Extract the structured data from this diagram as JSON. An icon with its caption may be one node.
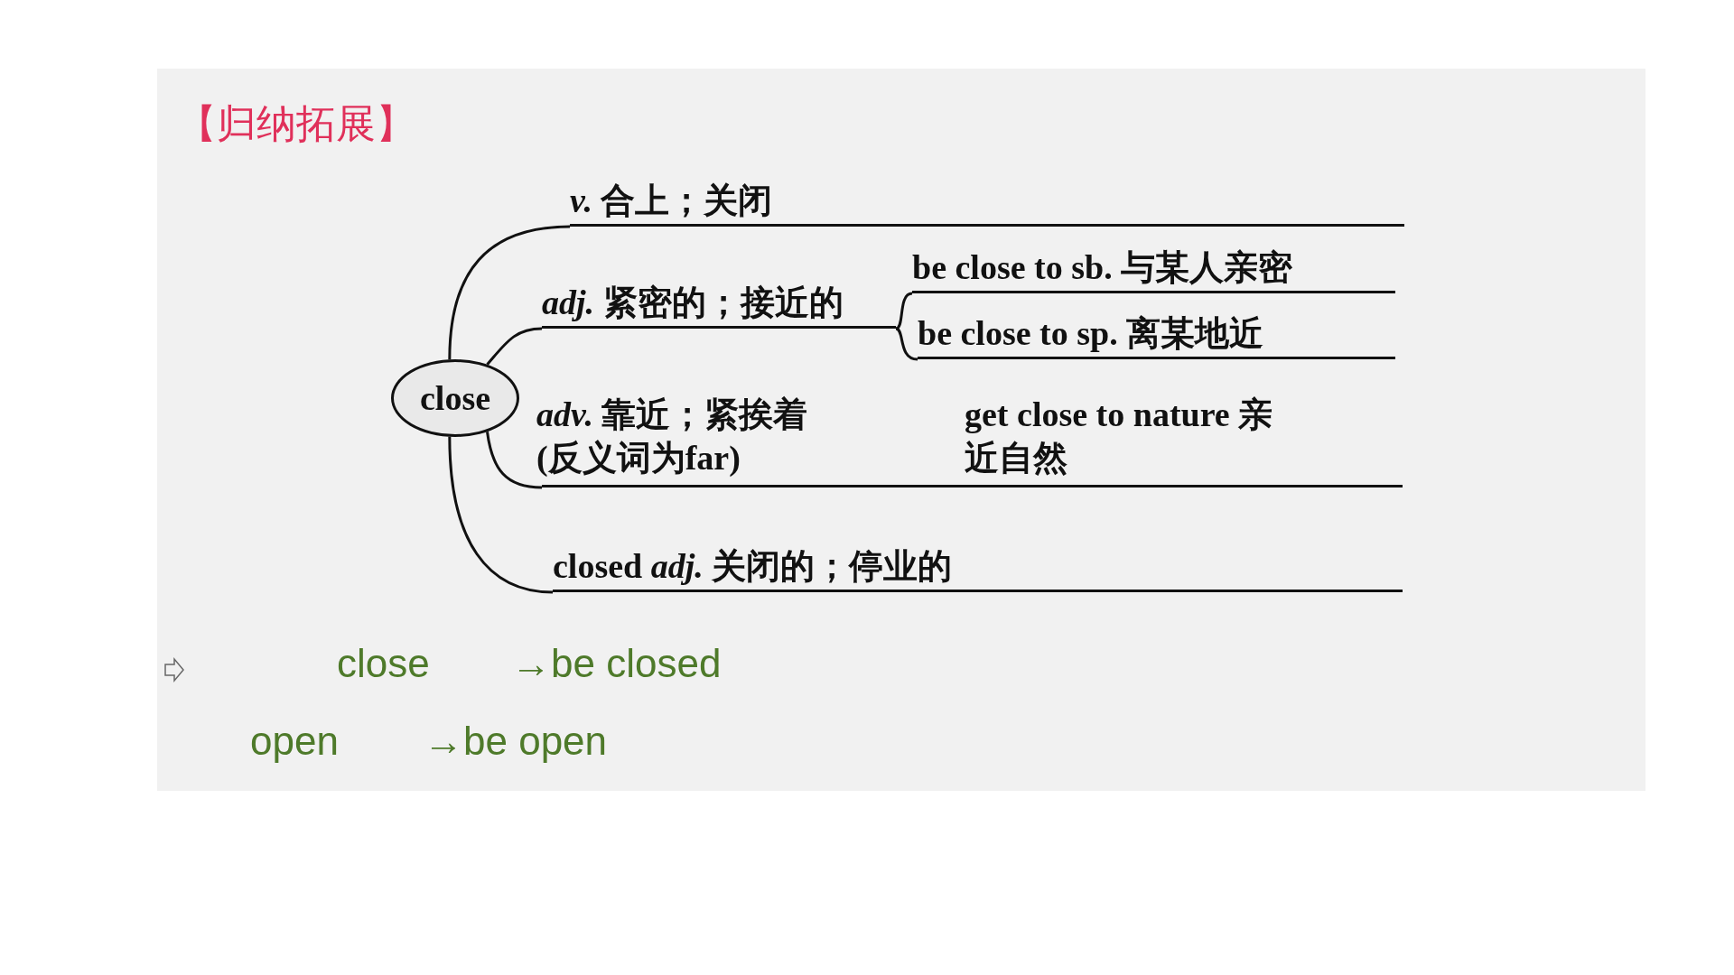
{
  "diagram": {
    "title": "【归纳拓展】",
    "nodes": [
      {
        "text": [
          "close"
        ]
      },
      {
        "text": [
          "*v.* 合上；关闭"
        ]
      },
      {
        "text": [
          "*adj.* 紧密的；接近的"
        ]
      },
      {
        "text": [
          "be close to sb. 与某人亲密"
        ]
      },
      {
        "text": [
          "be close to sp. 离某地近"
        ]
      },
      {
        "text": [
          "*adv.* 靠近；紧挨着(反义词为far)",
          "get close to nature 亲近自然"
        ]
      },
      {
        "text": [
          "closed *adj.* 关闭的；停业的"
        ]
      }
    ],
    "edges": [
      {
        "from": 0,
        "to": 1,
        "arrow": "none"
      },
      {
        "from": 0,
        "to": 2,
        "arrow": "none"
      },
      {
        "from": 2,
        "to": 3,
        "arrow": "none"
      },
      {
        "from": 2,
        "to": 4,
        "arrow": "none"
      },
      {
        "from": 0,
        "to": 5,
        "arrow": "none"
      },
      {
        "from": 0,
        "to": 6,
        "arrow": "none"
      }
    ],
    "labels": [
      "close",
      "→be closed",
      "open",
      "→be open"
    ]
  }
}
